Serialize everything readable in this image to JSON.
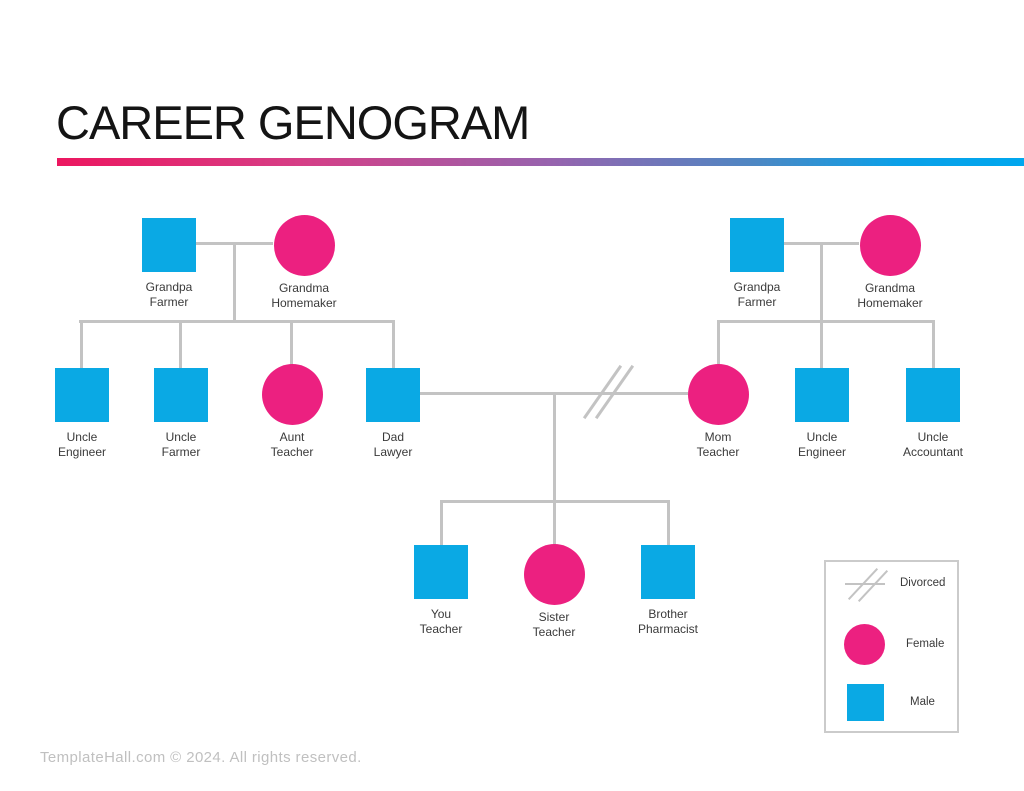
{
  "title": "CAREER GENOGRAM",
  "people": {
    "grandpa_left": {
      "name": "Grandpa",
      "career": "Farmer",
      "gender": "male"
    },
    "grandma_left": {
      "name": "Grandma",
      "career": "Homemaker",
      "gender": "female"
    },
    "uncle_engineer_left": {
      "name": "Uncle",
      "career": "Engineer",
      "gender": "male"
    },
    "uncle_farmer": {
      "name": "Uncle",
      "career": "Farmer",
      "gender": "male"
    },
    "aunt_teacher": {
      "name": "Aunt",
      "career": "Teacher",
      "gender": "female"
    },
    "dad": {
      "name": "Dad",
      "career": "Lawyer",
      "gender": "male"
    },
    "grandpa_right": {
      "name": "Grandpa",
      "career": "Farmer",
      "gender": "male"
    },
    "grandma_right": {
      "name": "Grandma",
      "career": "Homemaker",
      "gender": "female"
    },
    "mom": {
      "name": "Mom",
      "career": "Teacher",
      "gender": "female"
    },
    "uncle_engineer_right": {
      "name": "Uncle",
      "career": "Engineer",
      "gender": "male"
    },
    "uncle_accountant": {
      "name": "Uncle",
      "career": "Accountant",
      "gender": "male"
    },
    "you": {
      "name": "You",
      "career": "Teacher",
      "gender": "male"
    },
    "sister": {
      "name": "Sister",
      "career": "Teacher",
      "gender": "female"
    },
    "brother": {
      "name": "Brother",
      "career": "Pharmacist",
      "gender": "male"
    }
  },
  "connections": {
    "left_grandparents_children": [
      "uncle_engineer_left",
      "uncle_farmer",
      "aunt_teacher",
      "dad"
    ],
    "right_grandparents_children": [
      "mom",
      "uncle_engineer_right",
      "uncle_accountant"
    ],
    "couple": {
      "partners": [
        "dad",
        "mom"
      ],
      "status": "divorced",
      "children": [
        "you",
        "sister",
        "brother"
      ]
    }
  },
  "legend": {
    "divorced_label": "Divorced",
    "female_label": "Female",
    "male_label": "Male"
  },
  "footer": "TemplateHall.com © 2024. All rights reserved.",
  "colors": {
    "male": "#0AA9E4",
    "female": "#EC2080",
    "line": "#C3C3C3",
    "gradient_left": "#EC1760",
    "gradient_mid": "#9763AE",
    "gradient_right": "#00A7EE",
    "legend_border": "#CBCBCB",
    "label_text": "#3A3A3A",
    "footer_text": "#C0C0C0",
    "title_text": "#141414"
  }
}
